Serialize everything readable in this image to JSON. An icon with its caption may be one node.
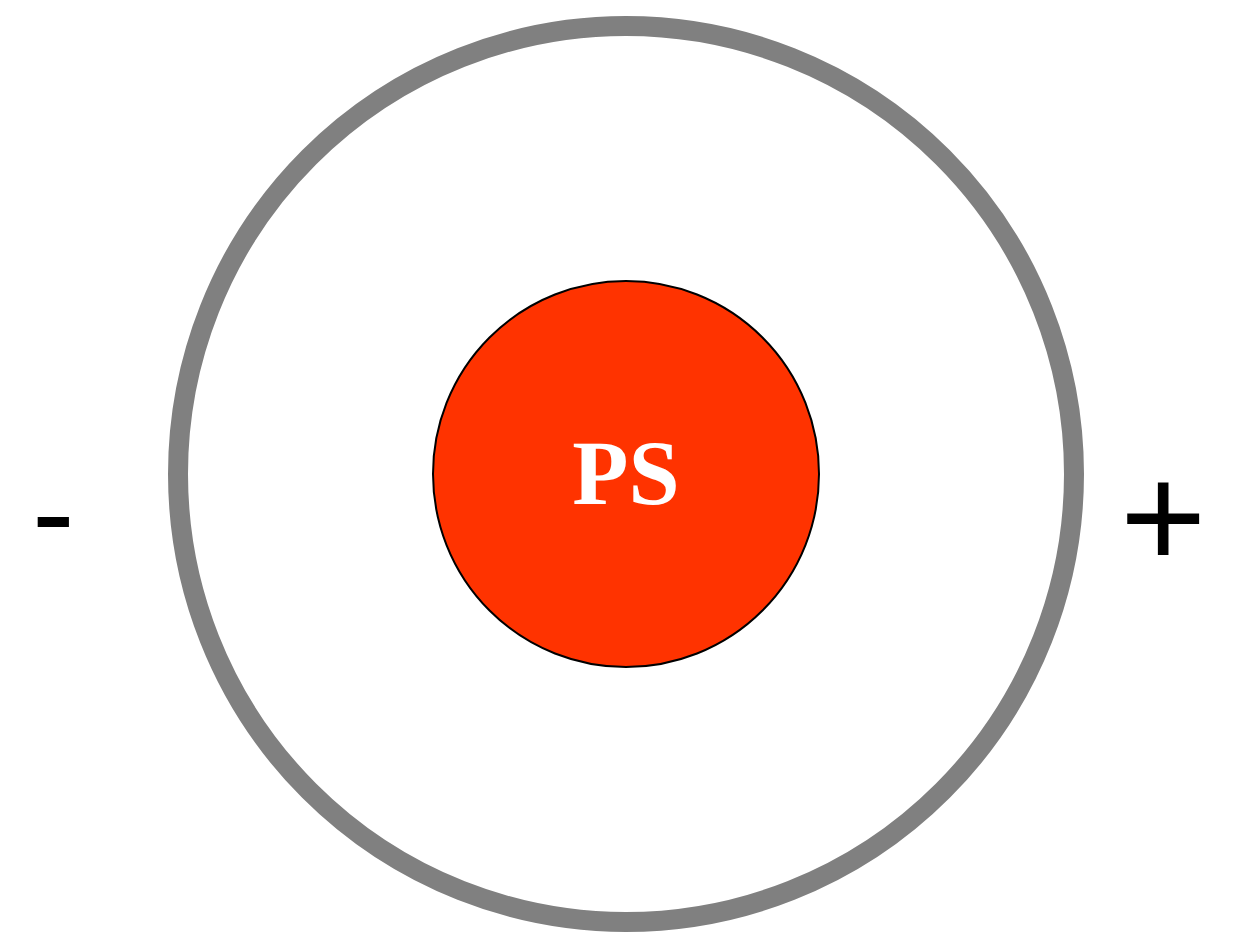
{
  "diagram": {
    "nodes": [
      {
        "text": [],
        "shape": "circle"
      },
      {
        "text": [
          "PS"
        ],
        "in": 0
      }
    ],
    "labels": [
      "-",
      "+"
    ]
  }
}
